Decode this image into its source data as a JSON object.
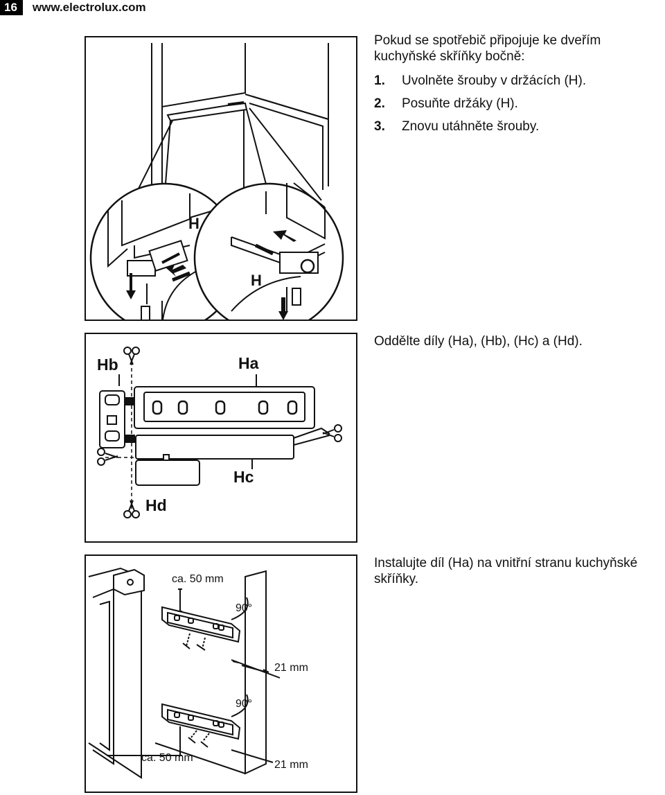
{
  "header": {
    "page_number": "16",
    "site": "www.electrolux.com"
  },
  "section1": {
    "intro": "Pokud se spotřebič připojuje ke dveřím kuchyňské skříňky bočně:",
    "steps": [
      {
        "num": "1.",
        "text": "Uvolněte šrouby v držácích (H)."
      },
      {
        "num": "2.",
        "text": "Posuňte držáky (H)."
      },
      {
        "num": "3.",
        "text": "Znovu utáhněte šrouby."
      }
    ]
  },
  "figure1": {
    "label_left": "H",
    "label_right": "H"
  },
  "section2": {
    "text": "Oddělte díly (Ha), (Hb), (Hc) a (Hd)."
  },
  "figure2": {
    "labels": {
      "hb": "Hb",
      "ha": "Ha",
      "hc": "Hc",
      "hd": "Hd"
    }
  },
  "section3": {
    "text": "Instalujte díl (Ha) na vnitřní stranu kuchyňské skříňky."
  },
  "figure3": {
    "dim_top": "ca. 50 mm",
    "dim_bottom": "ca. 50 mm",
    "angle_top": "90°",
    "angle_bottom": "90°",
    "gap_top": "21 mm",
    "gap_bottom": "21 mm"
  }
}
